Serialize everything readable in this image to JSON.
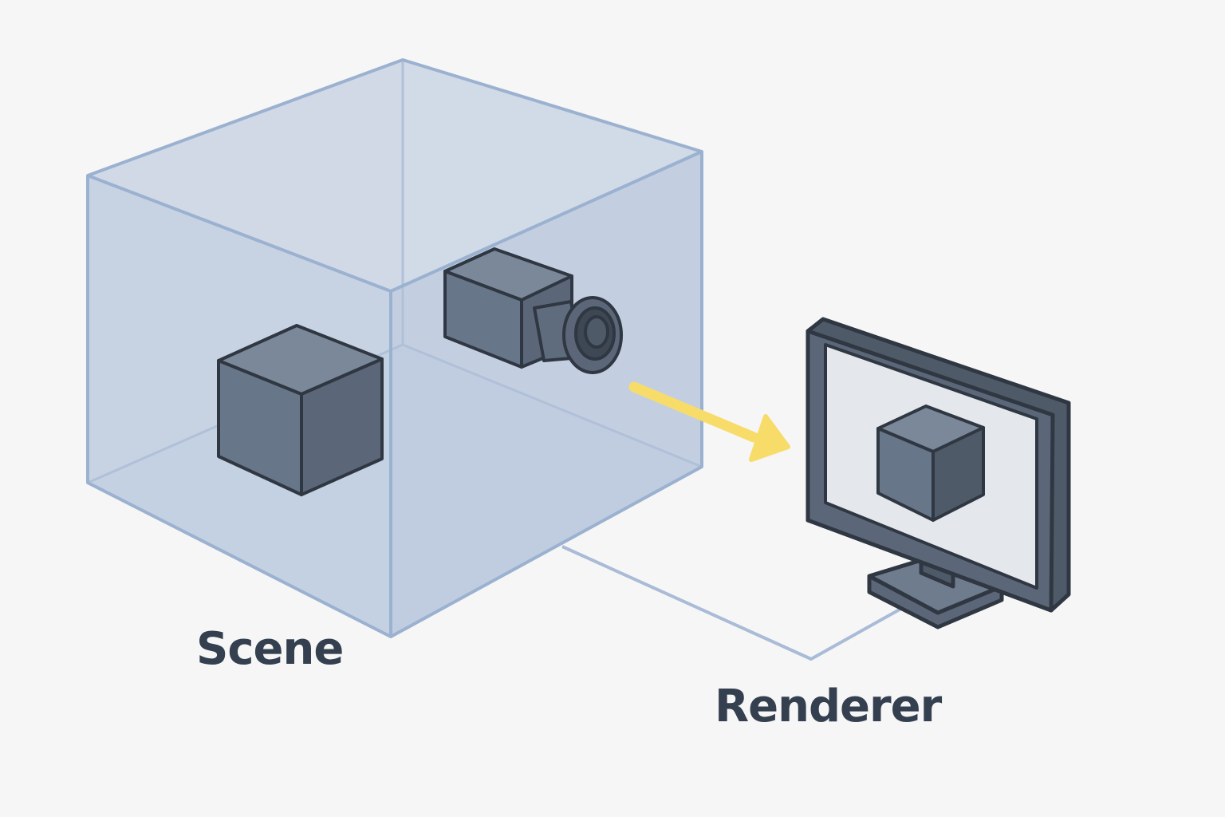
{
  "labels": {
    "scene": "Scene",
    "renderer": "Renderer"
  },
  "colors": {
    "background": "#f6f6f6",
    "scene_box_fill": "#c2cfe0",
    "scene_box_stroke": "#9bb1d0",
    "object_dark": "#5b6778",
    "outline": "#2f3742",
    "arrow": "#f7dc6a",
    "screen": "#e4e7eb",
    "label_text": "#34404f"
  },
  "icons": {
    "scene_box": "transparent-cube",
    "scene_object": "cube-icon",
    "camera": "camera-icon",
    "monitor": "monitor-icon",
    "flow_arrow": "arrow-right"
  }
}
